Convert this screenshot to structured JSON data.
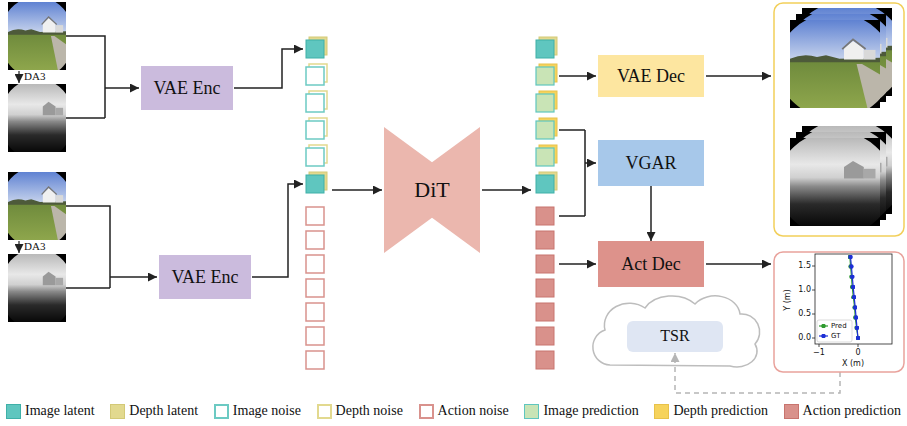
{
  "diagram": {
    "nodes": [
      {
        "text": [
          "VAE Enc"
        ]
      },
      {
        "text": [
          "VAE Enc"
        ]
      },
      {
        "text": [
          "DiT"
        ]
      },
      {
        "text": [
          "VAE Dec"
        ]
      },
      {
        "text": [
          "VGAR"
        ]
      },
      {
        "text": [
          "Act Dec"
        ]
      },
      {
        "text": [
          "TSR"
        ]
      }
    ],
    "edges": [
      {
        "from": 4,
        "to": 5,
        "arrow": "to"
      }
    ],
    "labels": [
      "DA3",
      "DA3",
      "1.5",
      "1.0",
      "0.5",
      "0.0",
      "−1",
      "0",
      "Y (m)",
      "X (m)",
      "Pred",
      "GT"
    ],
    "legend": [
      {
        "text": "Image latent",
        "color": "#5fc6bf"
      },
      {
        "text": "Depth latent",
        "color": "#e2d98f"
      },
      {
        "text": "Image noise"
      },
      {
        "text": "Depth noise"
      },
      {
        "text": "Action noise"
      },
      {
        "text": "Image prediction",
        "color": "#c9e4b6"
      },
      {
        "text": "Depth prediction",
        "color": "#f6d35c"
      },
      {
        "text": "Action prediction",
        "color": "#d9918b"
      }
    ]
  }
}
